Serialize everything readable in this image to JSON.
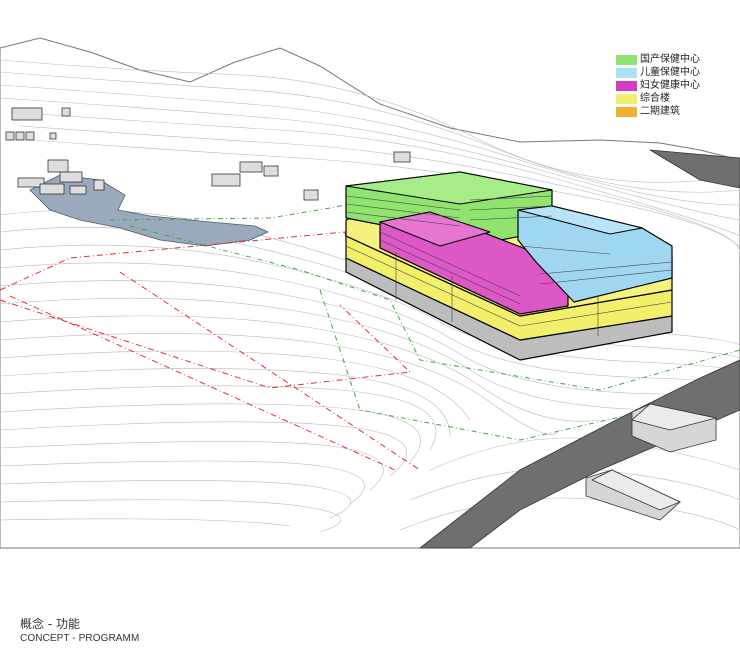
{
  "legend": {
    "items": [
      {
        "label": "国产保健中心",
        "color": "#8fe36e"
      },
      {
        "label": "儿童保健中心",
        "color": "#a8e3f5"
      },
      {
        "label": "妇女健康中心",
        "color": "#d53cc1"
      },
      {
        "label": "综合楼",
        "color": "#f2ef6a"
      },
      {
        "label": "二期建筑",
        "color": "#f0b12e"
      }
    ]
  },
  "caption": {
    "title_zh": "概念 - 功能",
    "title_en": "CONCEPT - PROGRAMM"
  },
  "colors": {
    "green_block": "#8fe36e",
    "blue_block": "#9fd6f2",
    "magenta_block": "#dd58c6",
    "yellow_block": "#f2ef6a",
    "gray_base": "#c8c8c8",
    "road": "#6f6f6f",
    "water": "#9aa9bb",
    "site_boundary": "#e03030",
    "green_boundary": "#3ea83e"
  }
}
